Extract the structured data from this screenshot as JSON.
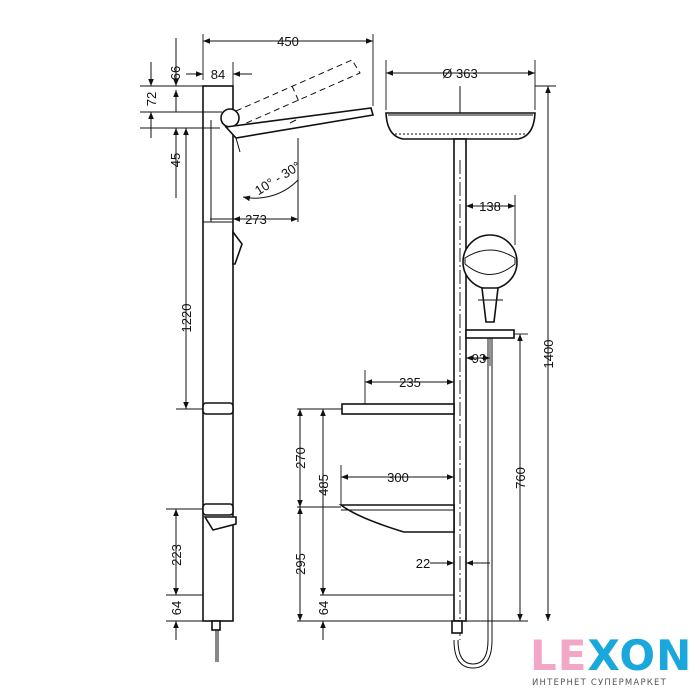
{
  "dimensions": {
    "width_total": "450",
    "top_66": "66",
    "mount_84": "84",
    "top_72": "72",
    "gap_45": "45",
    "column_1220": "1220",
    "angle": "10° - 30°",
    "arm_273": "273",
    "lower_223": "223",
    "bottom_64_left": "64",
    "head_diameter": "Ø 363",
    "handshower_138": "138",
    "holder_93": "93",
    "shelf_235": "235",
    "shelf_300": "300",
    "height_270": "270",
    "height_485": "485",
    "height_295": "295",
    "bottom_64_right": "64",
    "offset_22": "22",
    "height_760": "760",
    "height_1400": "1400"
  },
  "logo": {
    "letters": [
      "L",
      "E",
      "X",
      "O",
      "N"
    ],
    "tagline": "ИНТЕРНЕТ СУПЕРМАРКЕТ",
    "colors": {
      "pink": "#f2a7c6",
      "blue": "#1aa8dc"
    }
  }
}
